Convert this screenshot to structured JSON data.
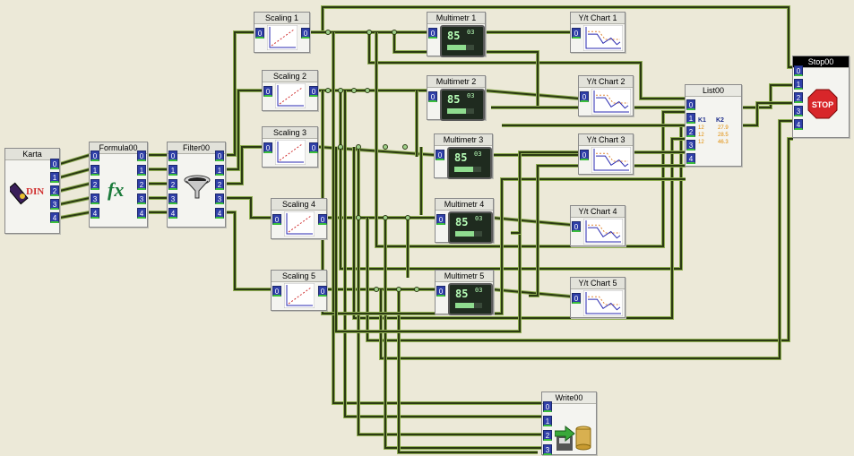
{
  "blocks": {
    "karta": {
      "title": "Karta",
      "ports_out": [
        "0",
        "1",
        "2",
        "3",
        "4"
      ],
      "icon": "digital-input-card-icon",
      "icon_text": "DIN"
    },
    "formula": {
      "title": "Formula00",
      "ports_in": [
        "0",
        "1",
        "2",
        "3",
        "4"
      ],
      "ports_out": [
        "0",
        "1",
        "2",
        "3",
        "4"
      ],
      "icon": "function-fx-icon",
      "icon_text": "fx"
    },
    "filter": {
      "title": "Filter00",
      "ports_in": [
        "0",
        "1",
        "2",
        "3",
        "4"
      ],
      "ports_out": [
        "0",
        "1",
        "2",
        "3",
        "4"
      ],
      "icon": "funnel-filter-icon"
    },
    "scaling": [
      {
        "title": "Scaling 1"
      },
      {
        "title": "Scaling 2"
      },
      {
        "title": "Scaling 3"
      },
      {
        "title": "Scaling 4"
      },
      {
        "title": "Scaling 5"
      }
    ],
    "multimetr": [
      {
        "title": "Multimetr 1",
        "display": "85",
        "sub": "03"
      },
      {
        "title": "Multimetr 2",
        "display": "85",
        "sub": "03"
      },
      {
        "title": "Multimetr 3",
        "display": "85",
        "sub": "03"
      },
      {
        "title": "Multimetr 4",
        "display": "85",
        "sub": "03"
      },
      {
        "title": "Multimetr 5",
        "display": "85",
        "sub": "03"
      }
    ],
    "chart": [
      {
        "title": "Y/t Chart 1"
      },
      {
        "title": "Y/t Chart 2"
      },
      {
        "title": "Y/t Chart 3"
      },
      {
        "title": "Y/t Chart 4"
      },
      {
        "title": "Y/t Chart 5"
      }
    ],
    "list": {
      "title": "List00",
      "ports_in": [
        "0",
        "1",
        "2",
        "3",
        "4"
      ],
      "headers": [
        "K1",
        "K2"
      ],
      "rows": [
        [
          "12",
          "27.9"
        ],
        [
          "12",
          "28.5"
        ],
        [
          "12",
          "46.3"
        ]
      ]
    },
    "stop": {
      "title": "Stop00",
      "ports_in": [
        "0",
        "1",
        "2",
        "3",
        "4"
      ],
      "icon": "stop-sign-icon",
      "icon_text": "STOP"
    },
    "write": {
      "title": "Write00",
      "ports_in": [
        "0",
        "1",
        "2",
        "3"
      ],
      "icon": "write-to-database-icon"
    }
  },
  "single_port_label": "0",
  "colors": {
    "wire": "#2b3a12",
    "wire_shadow": "#8fae52",
    "port": "#2f3fa8",
    "port_active": "#3bbf3b",
    "stop": "#d8262a"
  }
}
